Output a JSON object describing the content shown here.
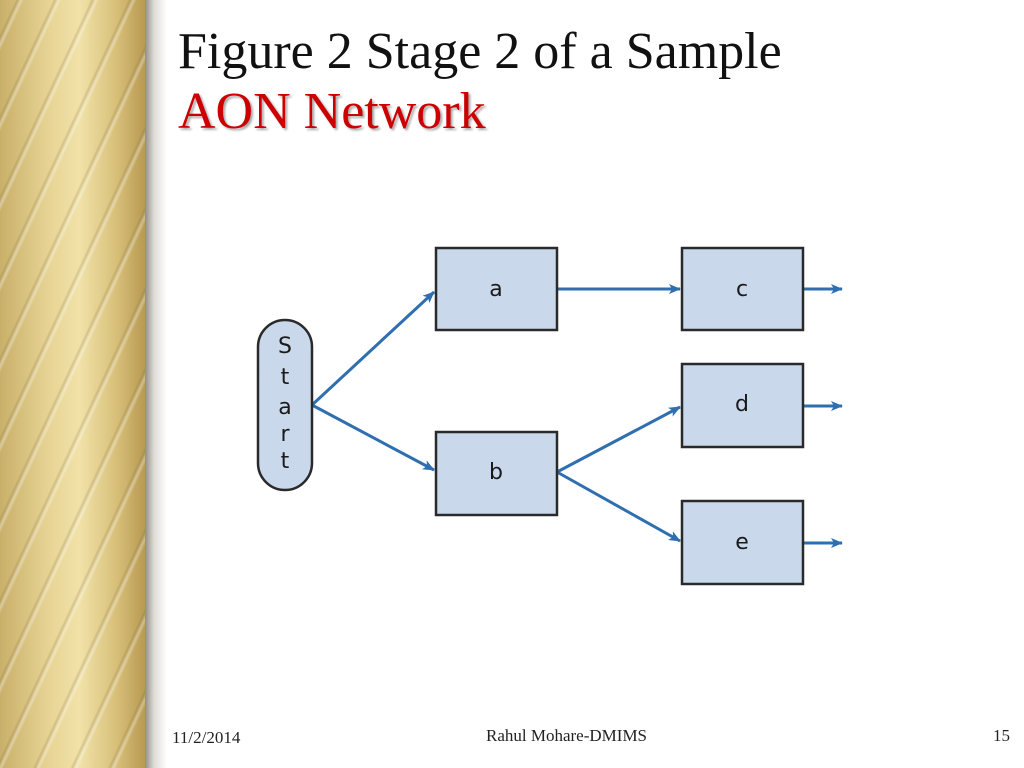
{
  "title": {
    "line1": "Figure 2 Stage 2 of a Sample",
    "line2": "AON Network"
  },
  "diagram": {
    "start_letters": [
      "S",
      "t",
      "a",
      "r",
      "t"
    ],
    "nodes": {
      "a": "a",
      "b": "b",
      "c": "c",
      "d": "d",
      "e": "e"
    },
    "colors": {
      "node_fill": "#c9d8ea",
      "node_stroke": "#2a2a2a",
      "arrow": "#2f6fb0"
    }
  },
  "footer": {
    "date": "11/2/2014",
    "author": "Rahul Mohare-DMIMS",
    "page": "15"
  }
}
